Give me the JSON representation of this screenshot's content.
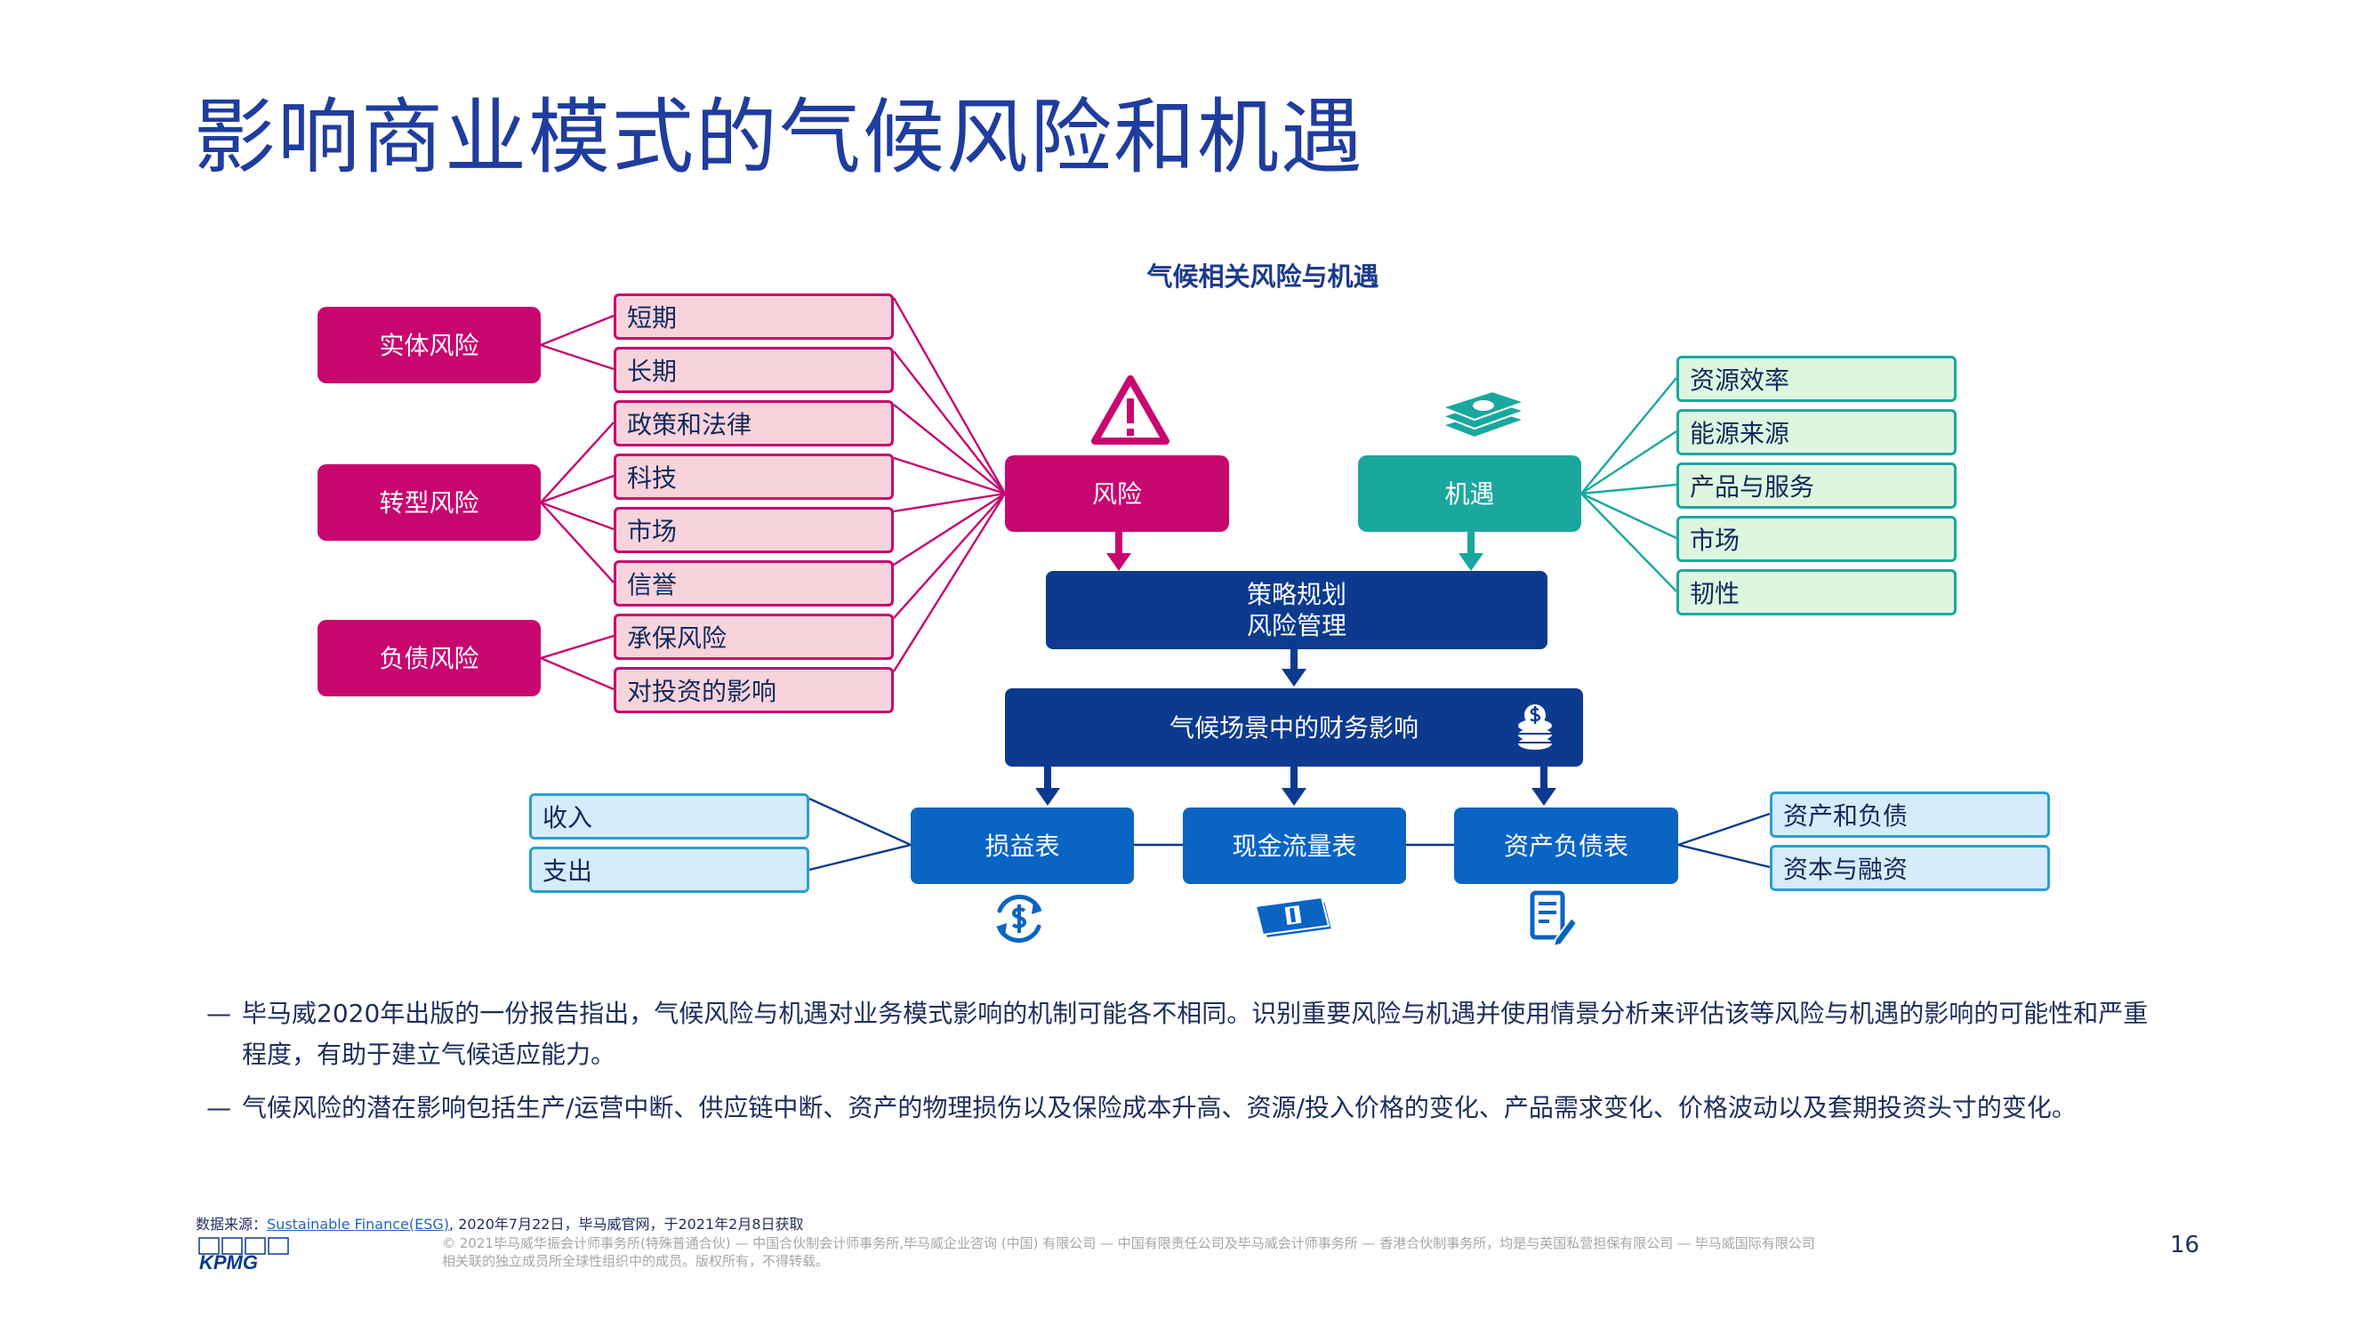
{
  "page": {
    "title": "影响商业模式的气候风险和机遇",
    "page_number": "16"
  },
  "diagram": {
    "title": "气候相关风险与机遇",
    "risk_categories": [
      "实体风险",
      "转型风险",
      "负债风险"
    ],
    "risk_items": [
      "短期",
      "长期",
      "政策和法律",
      "科技",
      "市场",
      "信誉",
      "承保风险",
      "对投资的影响"
    ],
    "risk_hub": "风险",
    "opportunity_hub": "机遇",
    "opportunity_items": [
      "资源效率",
      "能源来源",
      "产品与服务",
      "市场",
      "韧性"
    ],
    "strategy_box": {
      "line1": "策略规划",
      "line2": "风险管理"
    },
    "financial_box": "气候场景中的财务影响",
    "statements": [
      "损益表",
      "现金流量表",
      "资产负债表"
    ],
    "income_items": [
      "收入",
      "支出"
    ],
    "balance_items": [
      "资产和负债",
      "资本与融资"
    ],
    "icons": [
      "warning-icon",
      "money-stack-icon",
      "coin-stack-icon",
      "dollar-cycle-icon",
      "banknotes-icon",
      "document-edit-icon"
    ],
    "colors": {
      "risk": "#c8066f",
      "opportunity": "#1aa89e",
      "navy": "#0b3a8f",
      "blue": "#0a64c4",
      "finance_item_border": "#2a9fcf"
    }
  },
  "bullets": [
    "毕马威2020年出版的一份报告指出，气候风险与机遇对业务模式影响的机制可能各不相同。识别重要风险与机遇并使用情景分析来评估该等风险与机遇的影响的可能性和严重程度，有助于建立气候适应能力。",
    "气候风险的潜在影响包括生产/运营中断、供应链中断、资产的物理损伤以及保险成本升高、资源/投入价格的变化、产品需求变化、价格波动以及套期投资头寸的变化。"
  ],
  "bullet_marker": "—",
  "footer": {
    "source_prefix": "数据来源：",
    "source_link": "Sustainable Finance(ESG)",
    "source_suffix": ", 2020年7月22日，毕马威官网，于2021年2月8日获取",
    "copyright_line1": "© 2021毕马威华振会计师事务所(特殊普通合伙) — 中国合伙制会计师事务所,毕马威企业咨询 (中国) 有限公司 — 中国有限责任公司及毕马威会计师事务所 — 香港合伙制事务所，均是与英国私营担保有限公司 — 毕马威国际有限公司",
    "copyright_line2": "相关联的独立成员所全球性组织中的成员。版权所有，不得转载。",
    "logo_text": "KPMG"
  }
}
